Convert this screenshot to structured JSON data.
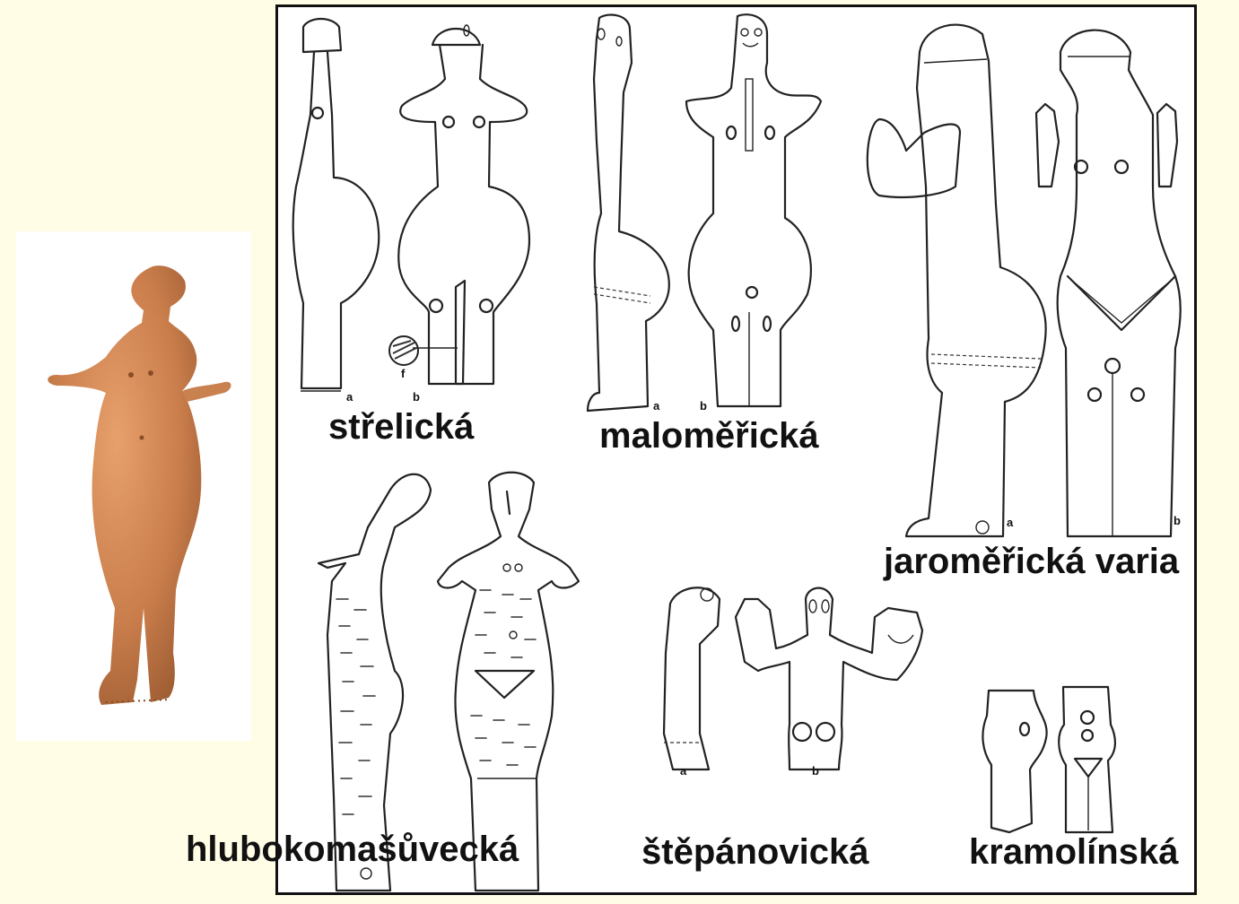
{
  "slide": {
    "background": "#fffde6",
    "frame_color": "#111111"
  },
  "photo": {
    "icon": "clay-figurine-photo"
  },
  "captions": {
    "strelicka": "střelická",
    "malomericka": "maloměřická",
    "jaromericka": "jaroměřická varia",
    "hlubokomasuvecka": "hlubokomašůvecká",
    "stepanovicka": "štěpánovická",
    "kramolinska": "kramolínská"
  },
  "view_labels": {
    "strelicka_a": "a",
    "strelicka_b": "b",
    "strelicka_f": "f",
    "malomericka_a": "a",
    "malomericka_b": "b",
    "jaromericka_a": "a",
    "jaromericka_b": "b",
    "stepanovicka_a": "a",
    "stepanovicka_b": "b"
  }
}
